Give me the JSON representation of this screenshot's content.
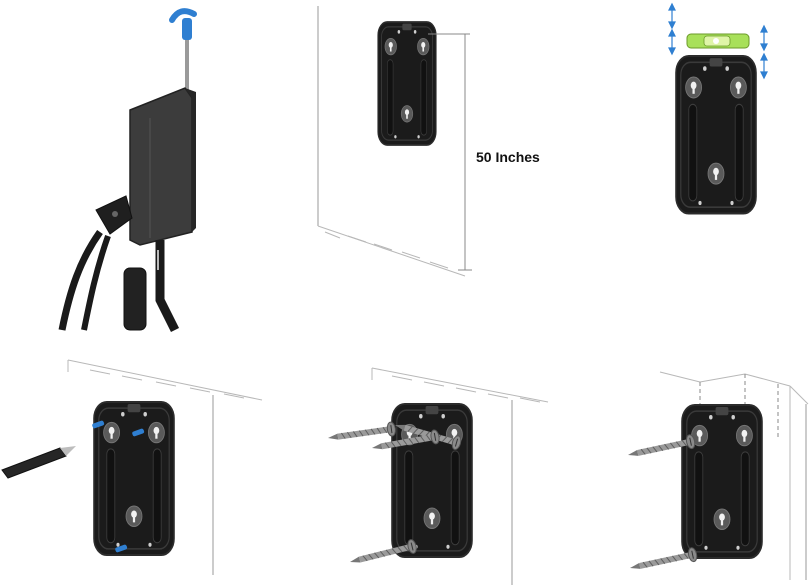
{
  "steps": [
    {
      "id": "charger-mounted",
      "caption": ""
    },
    {
      "id": "measure-height",
      "caption": ""
    },
    {
      "id": "level-plate",
      "caption": ""
    },
    {
      "id": "mark-holes",
      "caption": ""
    },
    {
      "id": "drive-screws",
      "caption": ""
    },
    {
      "id": "plate-on-stud",
      "caption": ""
    }
  ],
  "measurement": {
    "label": "50 Inches"
  },
  "colors": {
    "plate": "#1b1b1b",
    "plate_edge": "#2c2c2c",
    "charger": "#3c3c3c",
    "level_green": "#a8e05a",
    "marker_blue": "#2f7fd1",
    "screw": "#8f8f8f",
    "wall_line": "#9a9a9a"
  },
  "icons": [
    "screwdriver-icon",
    "bubble-level-icon",
    "pencil-icon",
    "screw-icon",
    "arrow-up-down-icon"
  ]
}
